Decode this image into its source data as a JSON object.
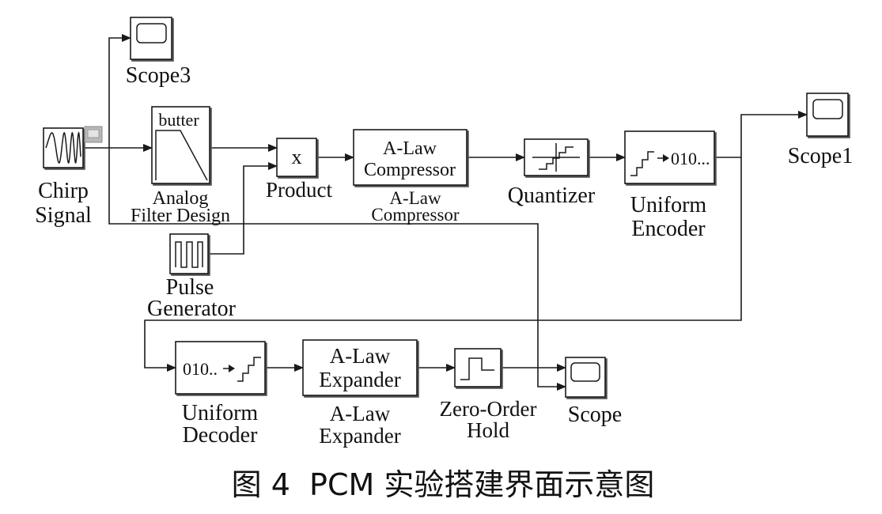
{
  "diagram": {
    "blocks": {
      "scope3": {
        "label": "Scope3",
        "icon": "scope-screen-icon"
      },
      "chirp_signal": {
        "label_lines": [
          "Chirp",
          "Signal"
        ],
        "icon": "chirp-waveform-icon"
      },
      "analog_filter_design": {
        "inner_text": "butter",
        "label_lines": [
          "Analog",
          "Filter Design"
        ],
        "icon": "lowpass-response-icon"
      },
      "product": {
        "inner_text": "x",
        "label": "Product"
      },
      "a_law_compressor": {
        "inner_lines": [
          "A-Law",
          "Compressor"
        ],
        "label_lines": [
          "A-Law",
          "Compressor"
        ]
      },
      "quantizer": {
        "label": "Quantizer",
        "icon": "quantizer-staircase-icon"
      },
      "uniform_encoder": {
        "inner_text": "010...",
        "label_lines": [
          "Uniform",
          "Encoder"
        ],
        "icon": "staircase-to-bits-icon"
      },
      "scope1": {
        "label": "Scope1",
        "icon": "scope-screen-icon"
      },
      "pulse_generator": {
        "label_lines": [
          "Pulse",
          "Generator"
        ],
        "icon": "pulse-train-icon"
      },
      "uniform_decoder": {
        "inner_text": "010..",
        "label_lines": [
          "Uniform",
          "Decoder"
        ],
        "icon": "bits-to-staircase-icon"
      },
      "a_law_expander": {
        "inner_lines": [
          "A-Law",
          "Expander"
        ],
        "label_lines": [
          "A-Law",
          "Expander"
        ]
      },
      "zero_order_hold": {
        "label_lines": [
          "Zero-Order",
          "Hold"
        ],
        "icon": "zero-order-hold-step-icon"
      },
      "scope": {
        "label": "Scope",
        "icon": "scope-screen-icon"
      }
    }
  },
  "caption": "图 4  PCM 实验搭建界面示意图"
}
